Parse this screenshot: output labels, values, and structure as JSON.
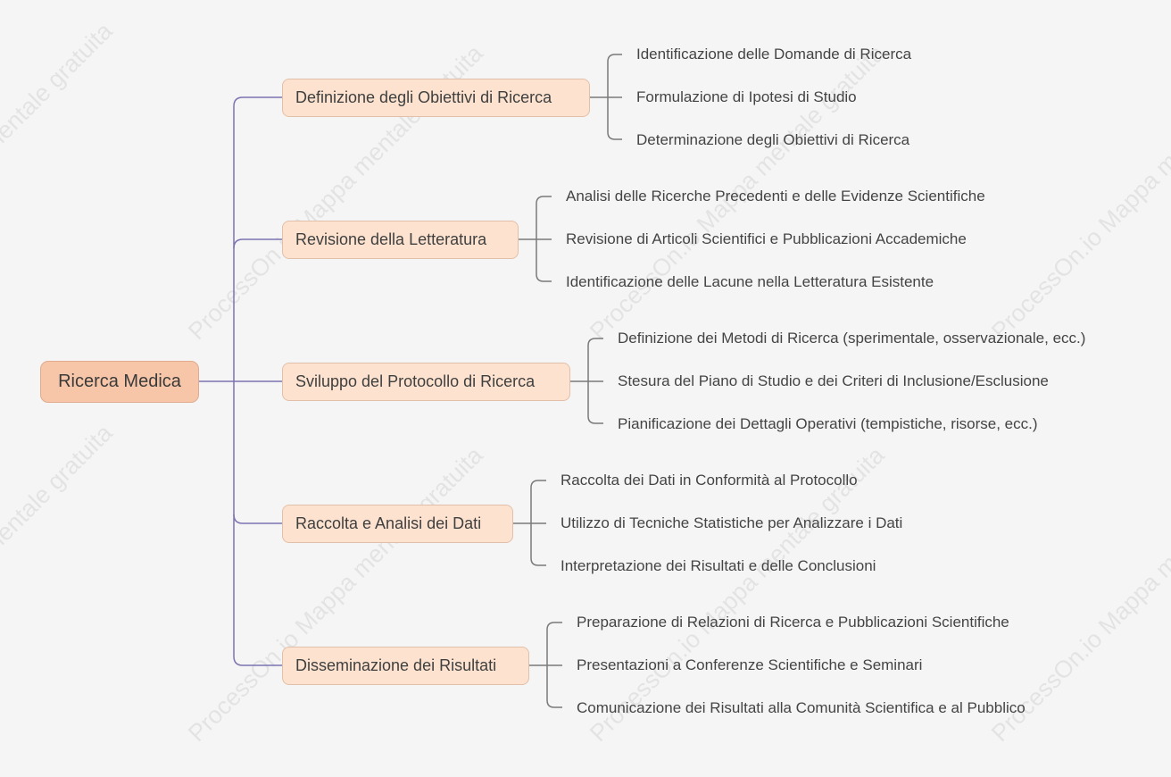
{
  "watermark": "ProcessOn.io Mappa mentale gratuita",
  "root": {
    "label": "Ricerca Medica"
  },
  "branches": [
    {
      "label": "Definizione degli Obiettivi di Ricerca",
      "children": [
        "Identificazione delle Domande di Ricerca",
        "Formulazione di Ipotesi di Studio",
        "Determinazione degli Obiettivi di Ricerca"
      ]
    },
    {
      "label": "Revisione della Letteratura",
      "children": [
        "Analisi delle Ricerche Precedenti e delle Evidenze Scientifiche",
        "Revisione di Articoli Scientifici e Pubblicazioni Accademiche",
        "Identificazione delle Lacune nella Letteratura Esistente"
      ]
    },
    {
      "label": "Sviluppo del Protocollo di Ricerca",
      "children": [
        "Definizione dei Metodi di Ricerca (sperimentale, osservazionale, ecc.)",
        "Stesura del Piano di Studio e dei Criteri di Inclusione/Esclusione",
        "Pianificazione dei Dettagli Operativi (tempistiche, risorse, ecc.)"
      ]
    },
    {
      "label": "Raccolta e Analisi dei Dati",
      "children": [
        "Raccolta dei Dati in Conformità al Protocollo",
        "Utilizzo di Tecniche Statistiche per Analizzare i Dati",
        "Interpretazione dei Risultati e delle Conclusioni"
      ]
    },
    {
      "label": "Disseminazione dei Risultati",
      "children": [
        "Preparazione di Relazioni di Ricerca e Pubblicazioni Scientifiche",
        "Presentazioni a Conferenze Scientifiche e Seminari",
        "Comunicazione dei Risultati alla Comunità Scientifica e al Pubblico"
      ]
    }
  ],
  "colors": {
    "root_fill": "#f7c6a9",
    "branch_fill": "#fde3cf",
    "trunk_line": "#7b74b0",
    "bracket_line": "#7a7a7a",
    "background": "#f5f5f5"
  }
}
